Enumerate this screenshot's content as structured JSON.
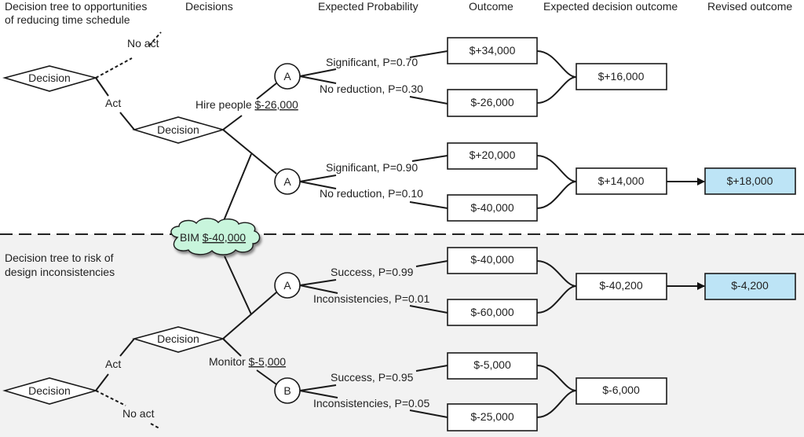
{
  "headers": {
    "top_title_line1": "Decision tree to opportunities",
    "top_title_line2": "of reducing time schedule",
    "decisions": "Decisions",
    "expected_probability": "Expected Probability",
    "outcome": "Outcome",
    "expected_decision_outcome": "Expected decision outcome",
    "revised_outcome": "Revised outcome",
    "bottom_title_line1": "Decision tree to risk of",
    "bottom_title_line2": "design inconsistencies"
  },
  "colors": {
    "revised_fill": "#bde4f6",
    "cloud_fill": "#c8f5dc",
    "bottom_panel_bg": "#f2f2f2"
  },
  "top_tree": {
    "root_node": "Decision",
    "no_act_label": "No act",
    "act_label": "Act",
    "decision_node": "Decision",
    "branch1": {
      "label": "Hire people",
      "cost": "$-26,000",
      "chance_node": "A",
      "prob_high": "Significant, P=0.70",
      "prob_low": "No reduction, P=0.30",
      "outcome_high": "$+34,000",
      "outcome_low": "$-26,000",
      "expected": "$+16,000"
    },
    "branch2": {
      "chance_node": "A",
      "prob_high": "Significant, P=0.90",
      "prob_low": "No reduction, P=0.10",
      "outcome_high": "$+20,000",
      "outcome_low": "$-40,000",
      "expected": "$+14,000",
      "revised": "$+18,000"
    }
  },
  "bim": {
    "label": "BIM",
    "cost": "$-40,000"
  },
  "bottom_tree": {
    "root_node": "Decision",
    "no_act_label": "No act",
    "act_label": "Act",
    "decision_node": "Decision",
    "branch1": {
      "chance_node": "A",
      "prob_high": "Success, P=0.99",
      "prob_low": "Inconsistencies, P=0.01",
      "outcome_high": "$-40,000",
      "outcome_low": "$-60,000",
      "expected": "$-40,200",
      "revised": "$-4,200"
    },
    "branch2": {
      "label": "Monitor",
      "cost": "$-5,000",
      "chance_node": "B",
      "prob_high": "Success, P=0.95",
      "prob_low": "Inconsistencies, P=0.05",
      "outcome_high": "$-5,000",
      "outcome_low": "$-25,000",
      "expected": "$-6,000"
    }
  }
}
